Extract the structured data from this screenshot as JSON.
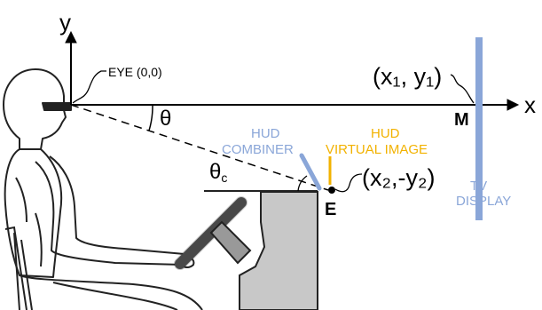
{
  "axes": {
    "y_label": "y",
    "x_label": "x"
  },
  "labels": {
    "eye": "EYE (0,0)",
    "theta": "θ",
    "theta_c": "θ",
    "theta_c_sub": "c",
    "hud_combiner_line1": "HUD",
    "hud_combiner_line2": "COMBINER",
    "hud_virtual_line1": "HUD",
    "hud_virtual_line2": "VIRTUAL IMAGE",
    "tv_line1": "TV",
    "tv_line2": "DISPLAY",
    "point_m": "M",
    "point_e": "E",
    "coord1": "(x₁, y₁)",
    "coord2": "(x₂,-y₂)"
  },
  "colors": {
    "line": "#000000",
    "hud_combiner": "#8aa6d8",
    "hud_virtual": "#f2b200",
    "tv_display": "#8aa6d8",
    "desk": "#c8c8c8",
    "wheel": "#555555"
  }
}
